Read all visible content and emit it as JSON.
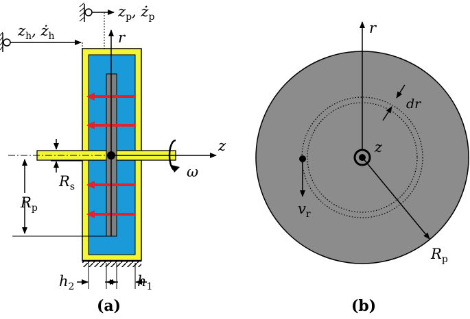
{
  "panel_a": {
    "caption": "(a)",
    "labels": {
      "zh_main": "z",
      "zh_sub": "h",
      "zh_dot_main": "ż",
      "zh_dot_sub": "h",
      "zp_main": "z",
      "zp_sub": "p",
      "zp_dot_main": "ż",
      "zp_dot_sub": "p",
      "r": "r",
      "z": "z",
      "omega": "ω",
      "rs_main": "R",
      "rs_sub": "s",
      "rp_main": "R",
      "rp_sub": "p",
      "h2_main": "h",
      "h2_sub": "2",
      "h1_main": "h",
      "h1_sub": "1"
    }
  },
  "panel_b": {
    "caption": "(b)",
    "labels": {
      "r": "r",
      "z": "z",
      "dr": "dr",
      "vr_main": "v",
      "vr_sub": "r",
      "rp_main": "R",
      "rp_sub": "p"
    }
  },
  "colors": {
    "fluid": "#1a9ad8",
    "housing": "#f5f538",
    "disk": "#7f7f7f",
    "flow_arrow": "#e8202a",
    "disk_face": "#8c8c8c"
  }
}
